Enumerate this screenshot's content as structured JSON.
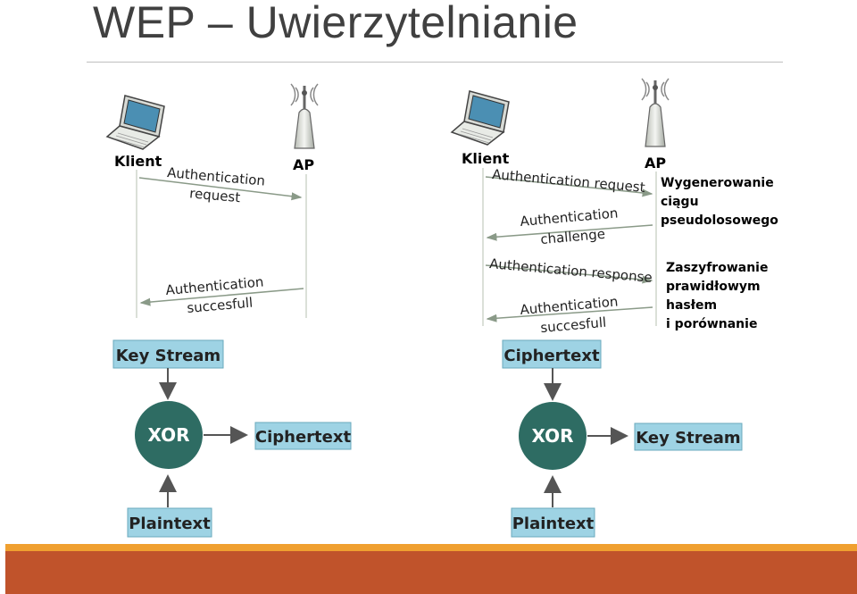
{
  "slide": {
    "title": "WEP – Uwierzytelnianie"
  },
  "colors": {
    "box_fill": "#9ed3e4",
    "box_border": "#6aa9bd",
    "xor_fill": "#2e6c63",
    "footer_orange": "#f0a030",
    "footer_rust": "#c0532b",
    "lifeline": "#cfd6cc"
  },
  "left_diagram": {
    "client_label": "Klient",
    "ap_label": "AP",
    "msg_request": [
      "Authentication",
      "request"
    ],
    "msg_success": [
      "Authentication",
      "succesfull"
    ],
    "box_top": "Key Stream",
    "xor_label": "XOR",
    "box_right": "Ciphertext",
    "box_bottom": "Plaintext"
  },
  "right_diagram": {
    "client_label": "Klient",
    "ap_label": "AP",
    "msg_request": "Authentication request",
    "msg_challenge": [
      "Authentication",
      "challenge"
    ],
    "msg_response": "Authentication response",
    "msg_success": [
      "Authentication",
      "succesfull"
    ],
    "note_generate": [
      "Wygenerowanie",
      "ciągu",
      "pseudolosowego"
    ],
    "note_encrypt": [
      "Zaszyfrowanie",
      "prawidłowym",
      "hasłem",
      "i porównanie"
    ],
    "box_top": "Ciphertext",
    "xor_label": "XOR",
    "box_right": "Key Stream",
    "box_bottom": "Plaintext"
  },
  "icons": {
    "client": "laptop-icon",
    "ap": "access-point-icon"
  }
}
